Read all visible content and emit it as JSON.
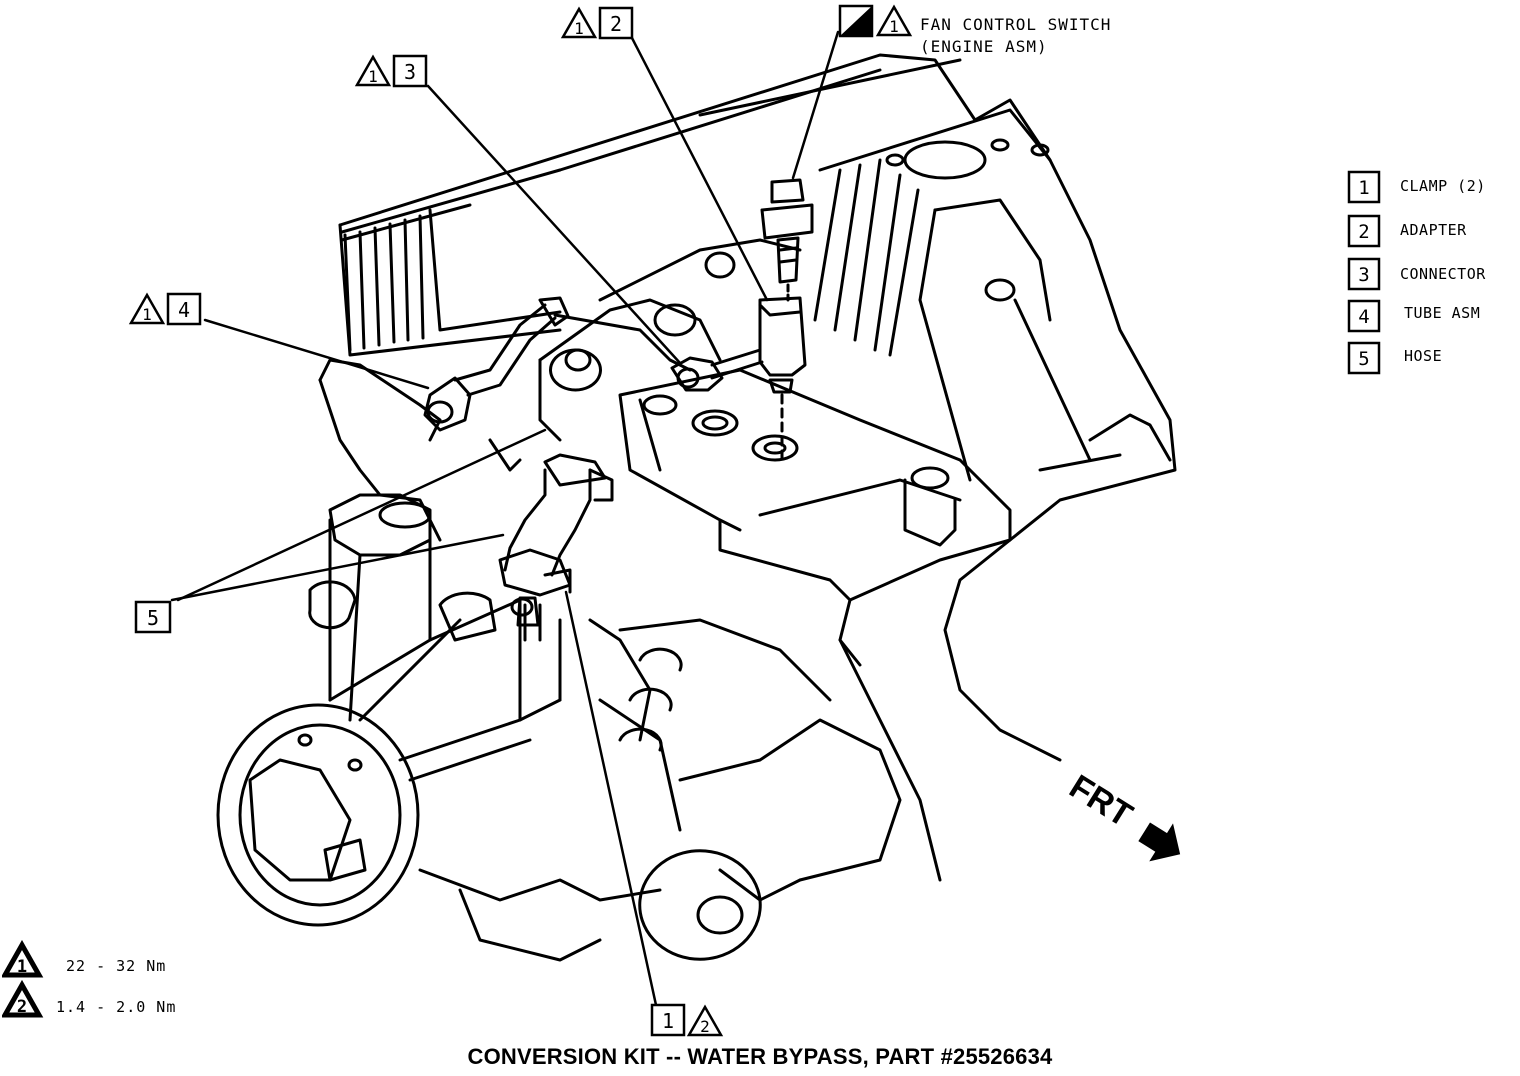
{
  "callouts": {
    "c1": {
      "tri": "1",
      "num": "2"
    },
    "c2": {
      "tri": "1",
      "num": "3"
    },
    "c3": {
      "tri": "1",
      "num": "4"
    },
    "c4": {
      "num": "5"
    },
    "c5": {
      "num": "1",
      "tri": "2"
    },
    "fan": {
      "tri": "1",
      "line1": "FAN CONTROL SWITCH",
      "line2": "(ENGINE ASM)"
    }
  },
  "legend": [
    {
      "num": "1",
      "label": "CLAMP (2)"
    },
    {
      "num": "2",
      "label": "ADAPTER"
    },
    {
      "num": "3",
      "label": "CONNECTOR"
    },
    {
      "num": "4",
      "label": "TUBE ASM"
    },
    {
      "num": "5",
      "label": "HOSE"
    }
  ],
  "torque": [
    {
      "tri": "1",
      "value": "22 - 32 Nm"
    },
    {
      "tri": "2",
      "value": "1.4 - 2.0 Nm"
    }
  ],
  "direction": "FRT",
  "caption": "CONVERSION KIT -- WATER BYPASS, PART #25526634"
}
